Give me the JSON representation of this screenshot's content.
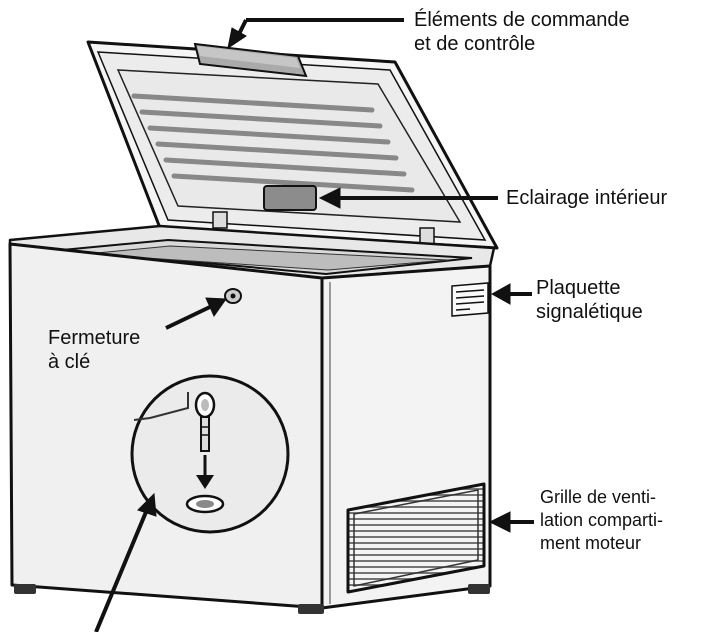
{
  "labels": {
    "controls": [
      "Éléments de commande",
      "et de contrôle"
    ],
    "light": [
      "Eclairage intérieur"
    ],
    "plate": [
      "Plaquette",
      "signalétique"
    ],
    "lock": [
      "Fermeture",
      "à clé"
    ],
    "grille": [
      "Grille de venti-",
      "lation comparti-",
      "ment moteur"
    ]
  }
}
